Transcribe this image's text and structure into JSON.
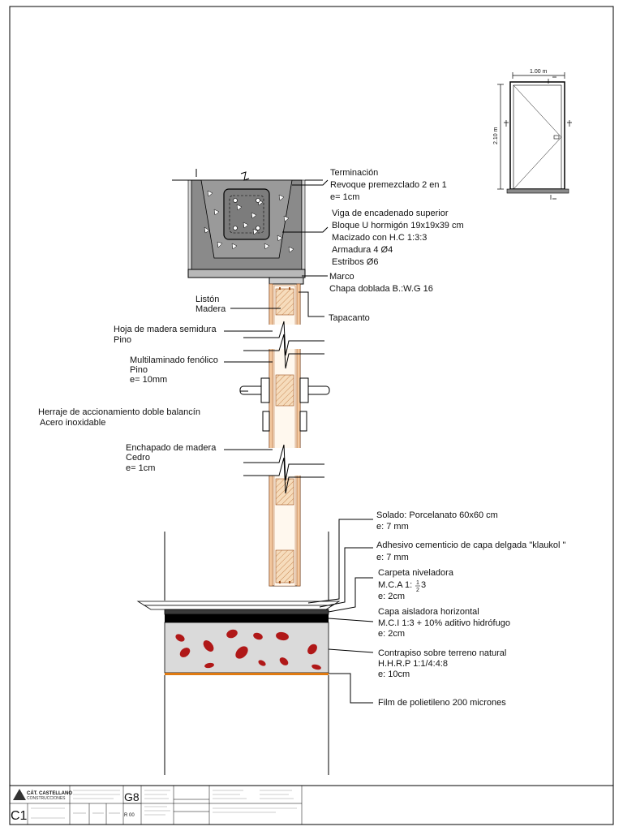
{
  "labels": {
    "terminacion": [
      "Terminación",
      "Revoque premezclado 2 en 1",
      "e= 1cm"
    ],
    "viga": [
      "Viga de encadenado superior",
      "Bloque U hormigón 19x19x39 cm",
      "Macizado con H.C 1:3:3",
      "Armadura 4 Ø4",
      "Estribos Ø6"
    ],
    "marco": [
      "Marco",
      "Chapa doblada B.:W.G 16"
    ],
    "liston": [
      "Listón",
      "Madera"
    ],
    "tapacanto": "Tapacanto",
    "hoja": [
      "Hoja de madera semidura",
      "Pino"
    ],
    "multilaminado": [
      "Multilaminado fenólico",
      "Pino",
      "e= 10mm"
    ],
    "herraje": [
      "Herraje de accionamiento doble balancín",
      "Acero inoxidable"
    ],
    "enchapado": [
      "Enchapado de madera",
      "Cedro",
      "e= 1cm"
    ],
    "solado": [
      "Solado: Porcelanato 60x60 cm",
      "e: 7 mm"
    ],
    "adhesivo": [
      "Adhesivo cementicio de capa delgada \"klaukol \"",
      "e: 7 mm"
    ],
    "carpeta": [
      "Carpeta niveladora",
      "M.C.A 1:",
      "3",
      "e: 2cm"
    ],
    "capa": [
      "Capa aisladora horizontal",
      "M.C.I 1:3 + 10% aditivo hidrófugo",
      "e: 2cm"
    ],
    "contrapiso": [
      "Contrapiso sobre terreno natural",
      "H.H.R.P 1:1/4:4:8",
      "e: 10cm"
    ],
    "film": "Film de polietileno 200 micrones"
  },
  "elevation": {
    "width": "1.00 m",
    "height": "2.10 m"
  },
  "titleblock": {
    "company": "CÁT. CASTELLANO",
    "company_sub": "CONSTRUCCIONES",
    "sheet": "C1",
    "code": "G8",
    "rev": "R 00"
  },
  "colors": {
    "wood": "#f3c9a0",
    "wood_edge": "#a0521e",
    "concrete": "#8a8a8a",
    "brick": "#b01818",
    "film": "#e07a10"
  }
}
